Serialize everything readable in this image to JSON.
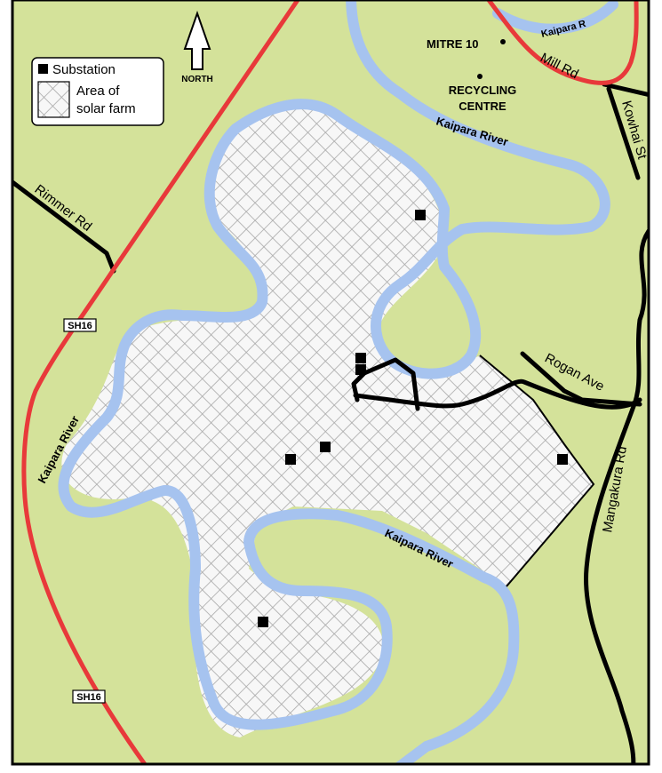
{
  "colors": {
    "land": "#d4e29a",
    "river": "#a6c3ef",
    "highway": "#e8393a",
    "road": "#000000",
    "hatch_bg": "#f7f7f7",
    "hatch_line": "#a8a8a8",
    "border": "#000000"
  },
  "legend": {
    "substation_label": "Substation",
    "area_label_line1": "Area of",
    "area_label_line2": "solar farm"
  },
  "north_label": "NORTH",
  "places": {
    "mitre10": "MITRE 10",
    "recycling_line1": "RECYCLING",
    "recycling_line2": "CENTRE"
  },
  "roads": {
    "mill_rd": "Mill Rd",
    "kowhai_st": "Kowhai St",
    "rimmer_rd": "Rimmer Rd",
    "rogan_ave": "Rogan Ave",
    "mangakura_rd": "Mangakura Rd",
    "sh16_north": "SH16",
    "sh16_south": "SH16"
  },
  "rivers": {
    "kaipara_r_top": "Kaipara R",
    "kaipara_river_north": "Kaipara River",
    "kaipara_river_west": "Kaipara River",
    "kaipara_river_south": "Kaipara River"
  },
  "substation_count": 7
}
